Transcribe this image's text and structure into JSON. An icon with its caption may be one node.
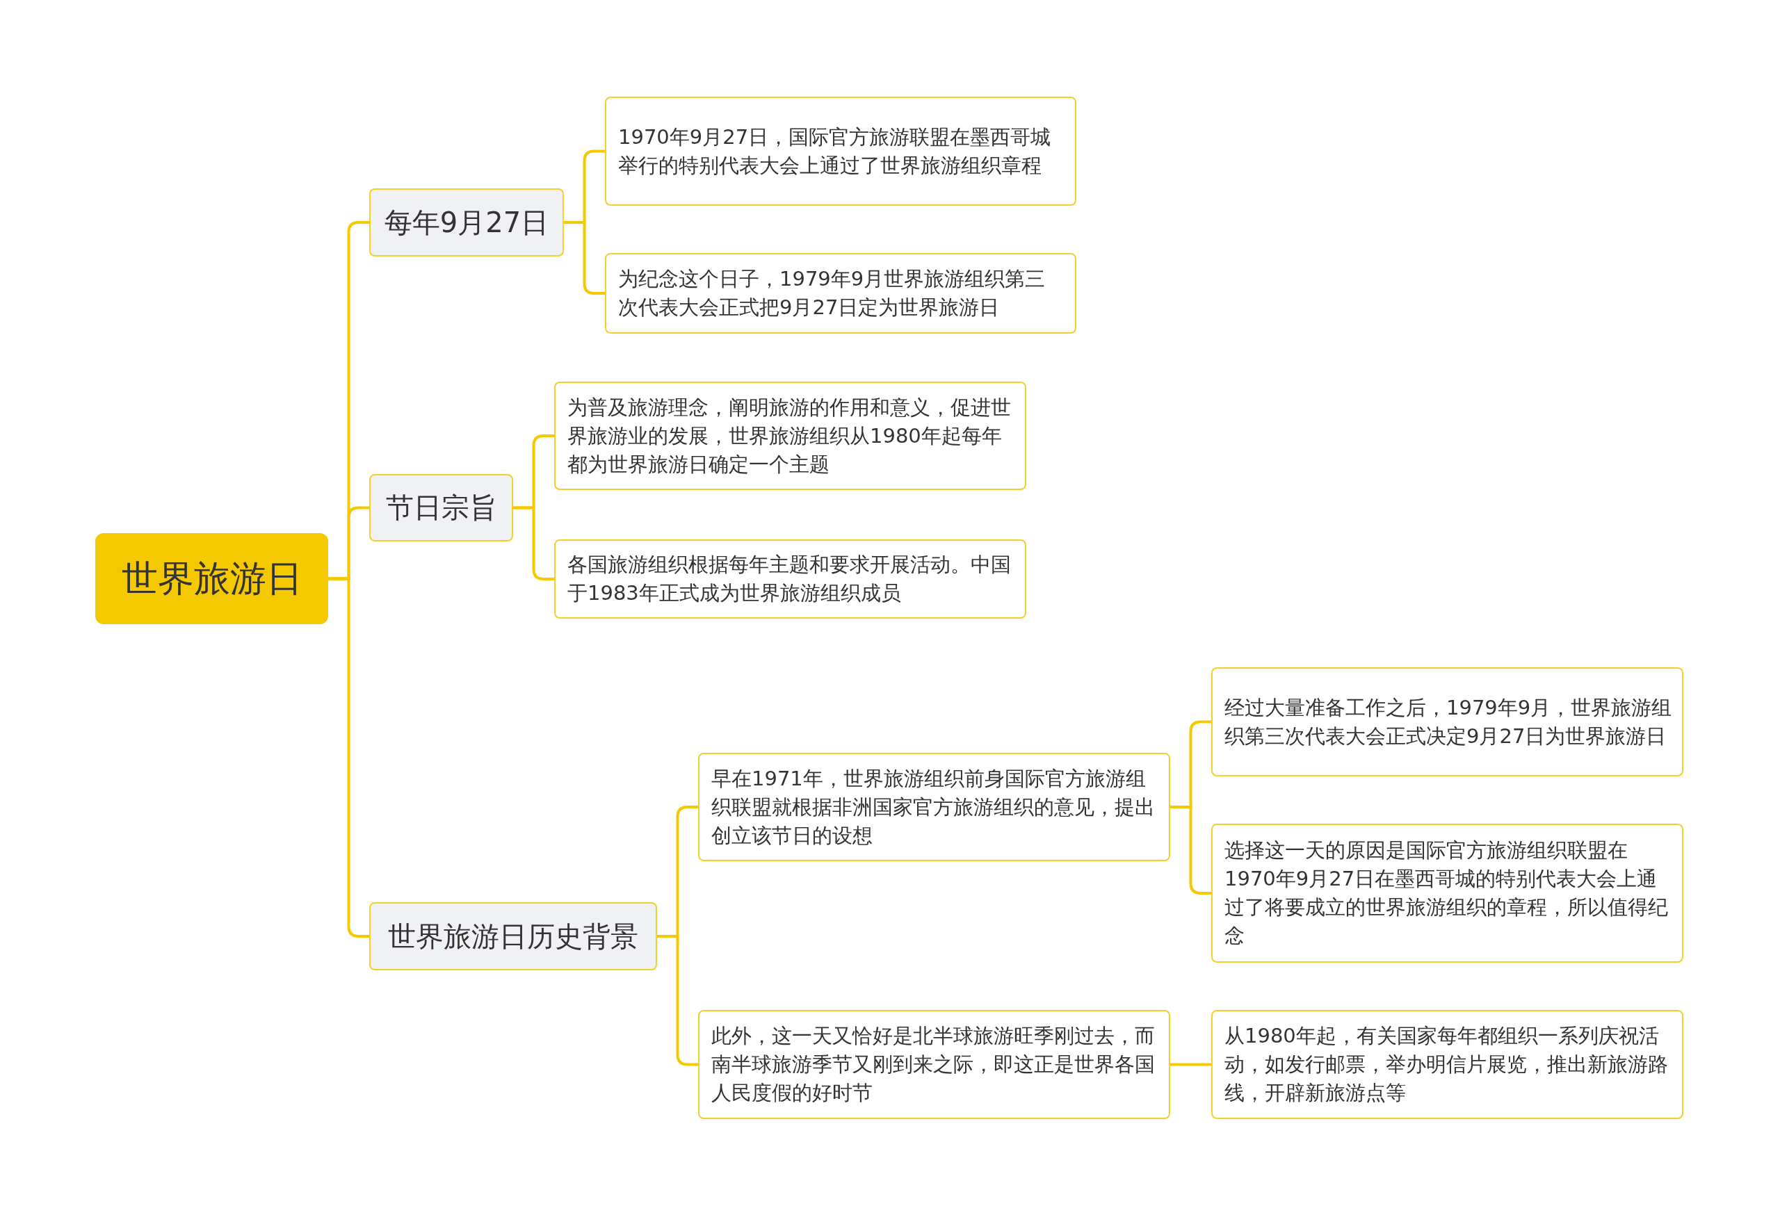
{
  "diagram": {
    "nodes": [
      {
        "text": [
          "世界旅游日"
        ]
      },
      {
        "text": [
          "每年9月27日"
        ]
      },
      {
        "text": [
          "1970年9月27日，国际官方旅游联盟在墨西哥城举行的特别代表大会上通过了世界旅游组织章程"
        ]
      },
      {
        "text": [
          "为纪念这个日子，1979年9月世界旅游组织第三次代表大会正式把9月27日定为世界旅游日"
        ]
      },
      {
        "text": [
          "节日宗旨"
        ]
      },
      {
        "text": [
          "为普及旅游理念，阐明旅游的作用和意义，促进世界旅游业的发展，世界旅游组织从1980年起每年都为世界旅游日确定一个主题"
        ]
      },
      {
        "text": [
          "各国旅游组织根据每年主题和要求开展活动。中国于1983年正式成为世界旅游组织成员"
        ]
      },
      {
        "text": [
          "世界旅游日历史背景"
        ]
      },
      {
        "text": [
          "早在1971年，世界旅游组织前身国际官方旅游组织联盟就根据非洲国家官方旅游组织的意见，提出创立该节日的设想"
        ]
      },
      {
        "text": [
          "经过大量准备工作之后，1979年9月，世界旅游组织第三次代表大会正式决定9月27日为世界旅游日"
        ]
      },
      {
        "text": [
          "选择这一天的原因是国际官方旅游组织联盟在1970年9月27日在墨西哥城的特别代表大会上通过了将要成立的世界旅游组织的章程，所以值得纪念"
        ]
      },
      {
        "text": [
          "此外，这一天又恰好是北半球旅游旺季刚过去，而南半球旅游季节又刚到来之际，即这正是世界各国人民度假的好时节"
        ]
      },
      {
        "text": [
          "从1980年起，有关国家每年都组织一系列庆祝活动，如发行邮票，举办明信片展览，推出新旅游路线，开辟新旅游点等"
        ]
      }
    ],
    "edges": [
      {
        "from": 0,
        "to": 1,
        "arrow": "none"
      },
      {
        "from": 0,
        "to": 4,
        "arrow": "none"
      },
      {
        "from": 0,
        "to": 7,
        "arrow": "none"
      },
      {
        "from": 1,
        "to": 2,
        "arrow": "none"
      },
      {
        "from": 1,
        "to": 3,
        "arrow": "none"
      },
      {
        "from": 4,
        "to": 5,
        "arrow": "none"
      },
      {
        "from": 4,
        "to": 6,
        "arrow": "none"
      },
      {
        "from": 7,
        "to": 8,
        "arrow": "none"
      },
      {
        "from": 7,
        "to": 11,
        "arrow": "none"
      },
      {
        "from": 8,
        "to": 9,
        "arrow": "none"
      },
      {
        "from": 8,
        "to": 10,
        "arrow": "none"
      },
      {
        "from": 11,
        "to": 12,
        "arrow": "none"
      }
    ]
  }
}
